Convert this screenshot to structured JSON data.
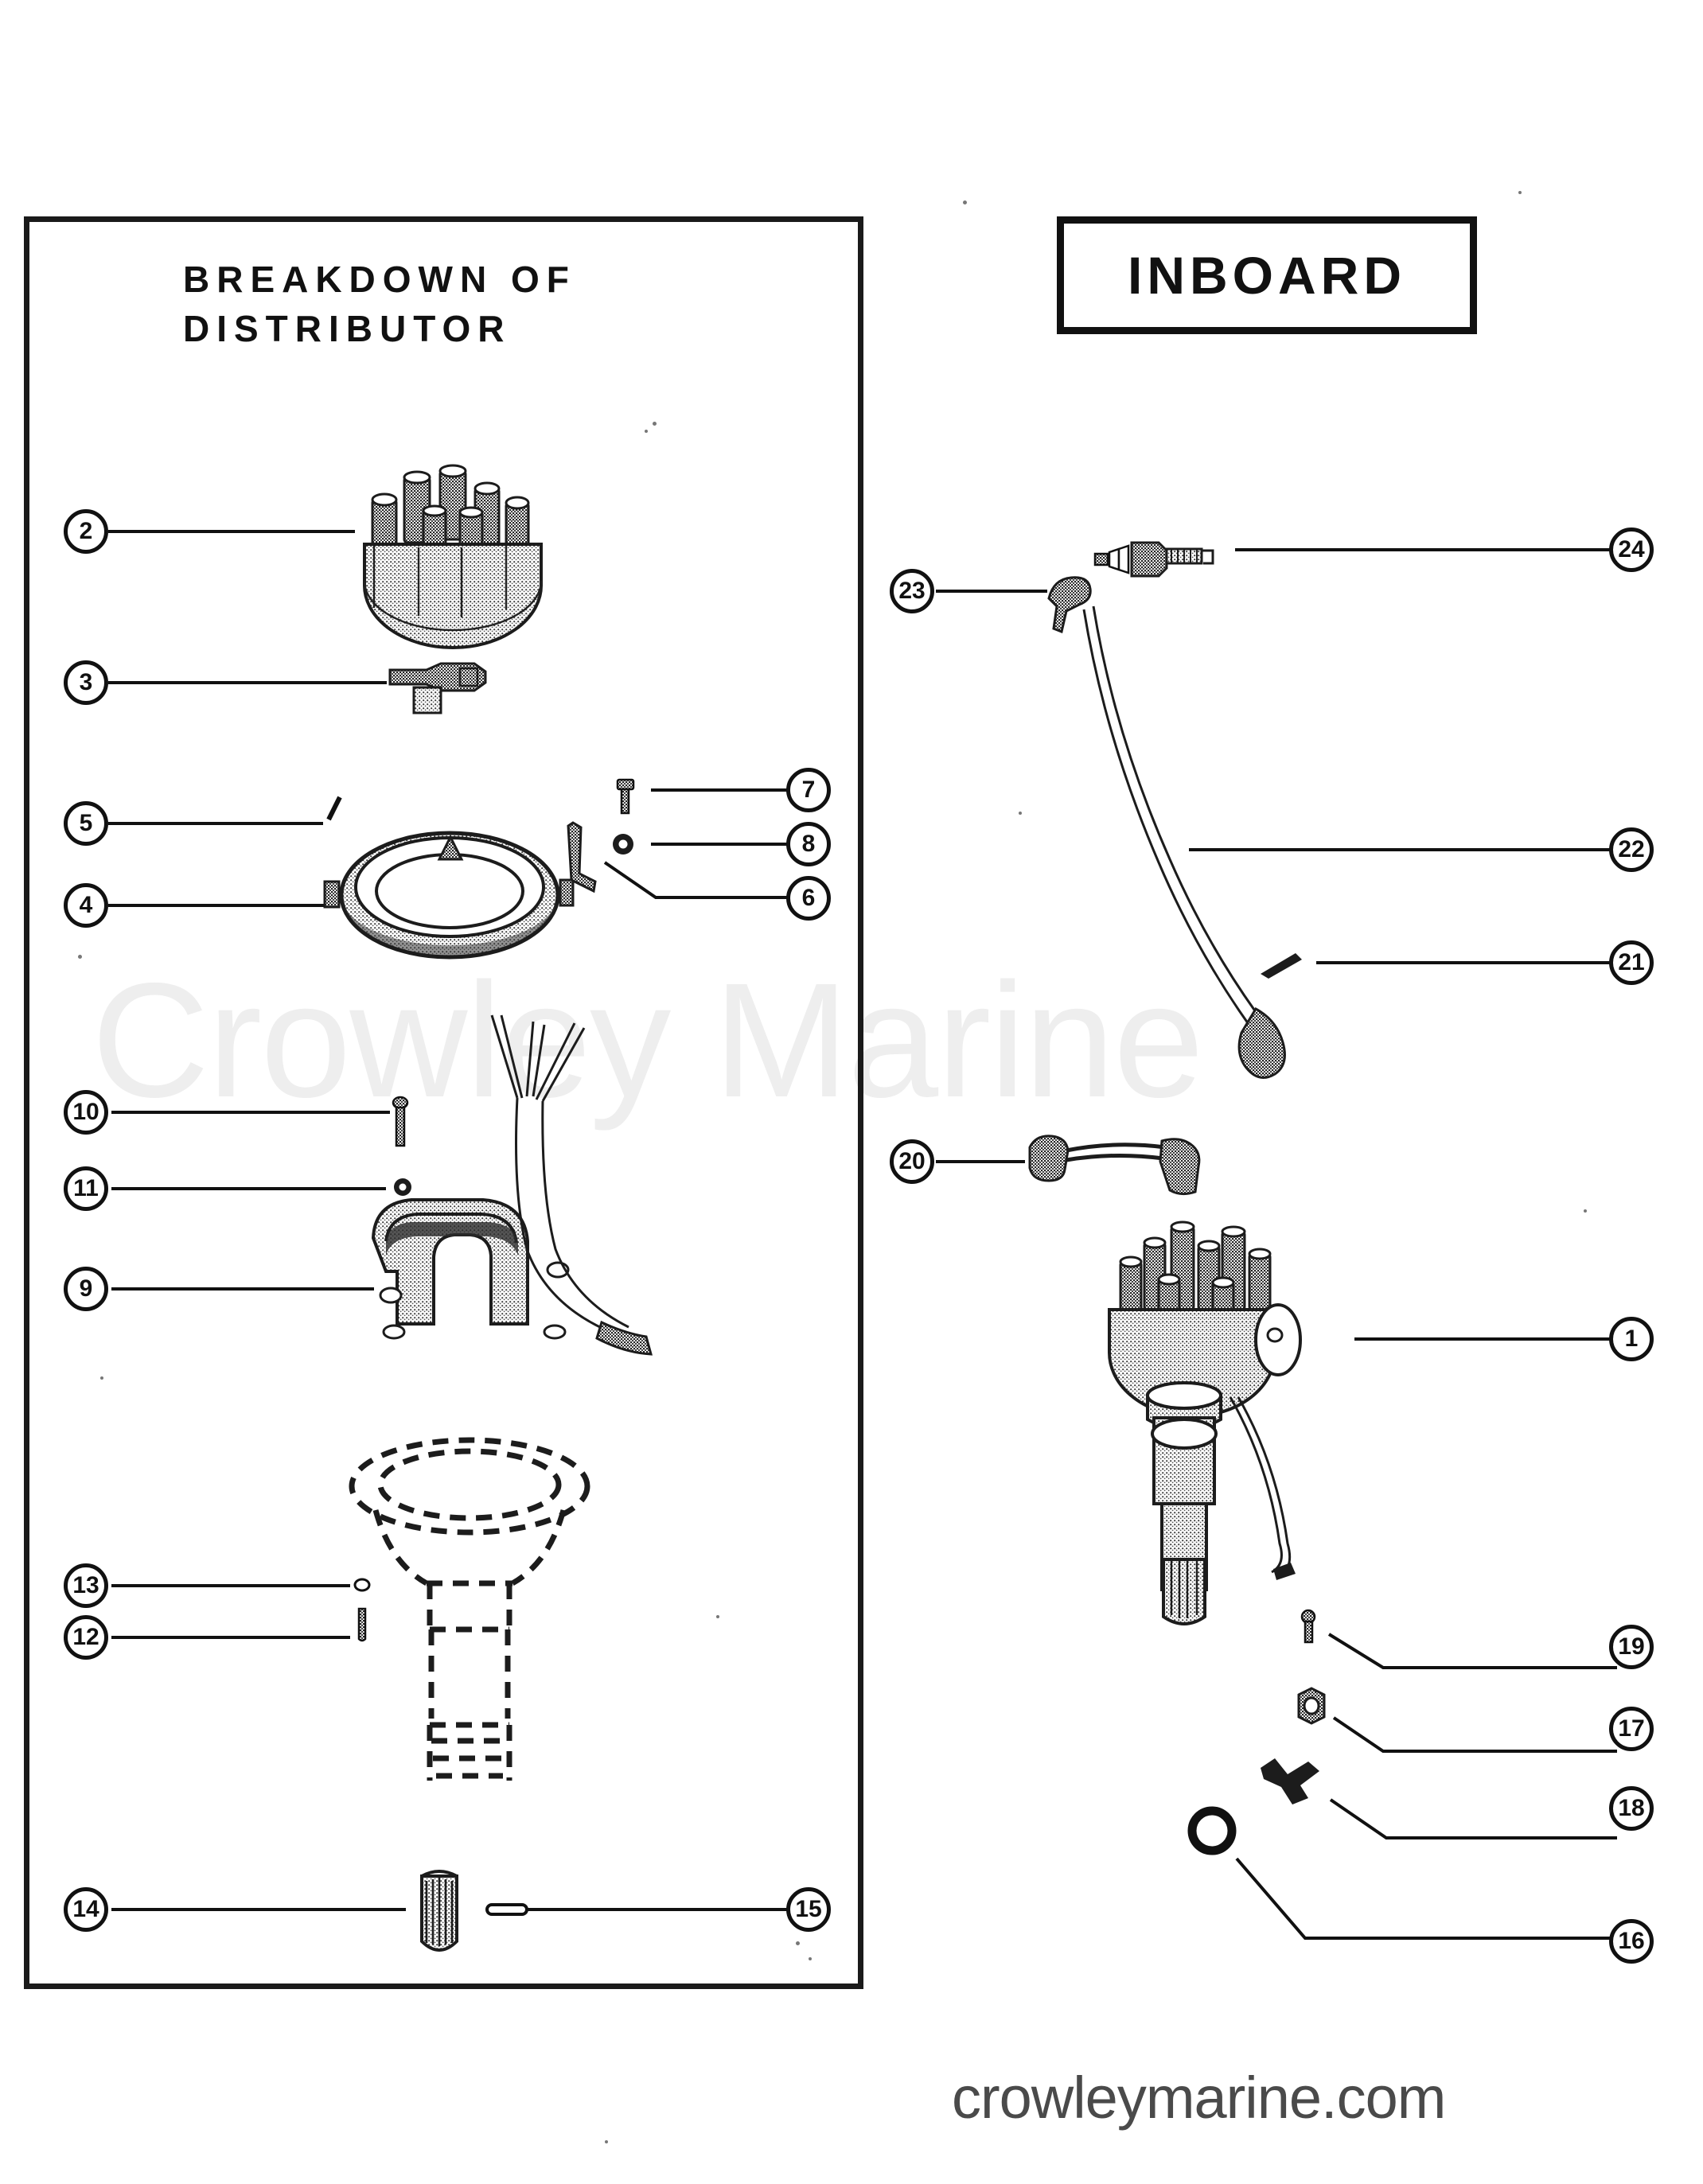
{
  "document": {
    "panel_title_line1": "BREAKDOWN  OF",
    "panel_title_line2": "DISTRIBUTOR",
    "section_label": "INBOARD",
    "footer_watermark": "crowleymarine.com",
    "background_watermark": "Crowley Marine"
  },
  "callouts": {
    "left_panel": [
      {
        "id": "2",
        "label": "2",
        "part": "distributor-cap"
      },
      {
        "id": "3",
        "label": "3",
        "part": "rotor"
      },
      {
        "id": "5",
        "label": "5",
        "part": "pickup-coil-lead"
      },
      {
        "id": "4",
        "label": "4",
        "part": "magnetic-pickup-ring"
      },
      {
        "id": "7",
        "label": "7",
        "part": "screw"
      },
      {
        "id": "8",
        "label": "8",
        "part": "washer"
      },
      {
        "id": "6",
        "label": "6",
        "part": "bracket"
      },
      {
        "id": "10",
        "label": "10",
        "part": "screw-long"
      },
      {
        "id": "11",
        "label": "11",
        "part": "lock-washer"
      },
      {
        "id": "9",
        "label": "9",
        "part": "breaker-plate-assembly"
      },
      {
        "id": "13",
        "label": "13",
        "part": "washer-small"
      },
      {
        "id": "12",
        "label": "12",
        "part": "pin"
      },
      {
        "id": "14",
        "label": "14",
        "part": "drive-gear"
      },
      {
        "id": "15",
        "label": "15",
        "part": "roll-pin"
      }
    ],
    "right_panel": [
      {
        "id": "23",
        "label": "23",
        "part": "spark-plug-boot"
      },
      {
        "id": "24",
        "label": "24",
        "part": "spark-plug"
      },
      {
        "id": "22",
        "label": "22",
        "part": "spark-plug-lead"
      },
      {
        "id": "21",
        "label": "21",
        "part": "clip"
      },
      {
        "id": "20",
        "label": "20",
        "part": "coil-lead"
      },
      {
        "id": "1",
        "label": "1",
        "part": "distributor-assembly"
      },
      {
        "id": "19",
        "label": "19",
        "part": "screw-retainer"
      },
      {
        "id": "17",
        "label": "17",
        "part": "collar"
      },
      {
        "id": "18",
        "label": "18",
        "part": "clamp"
      },
      {
        "id": "16",
        "label": "16",
        "part": "o-ring"
      }
    ]
  },
  "colors": {
    "ink": "#1a1a1a",
    "paper": "#ffffff",
    "watermark": "#eeeeee",
    "footer_text": "#4a4a4a"
  }
}
